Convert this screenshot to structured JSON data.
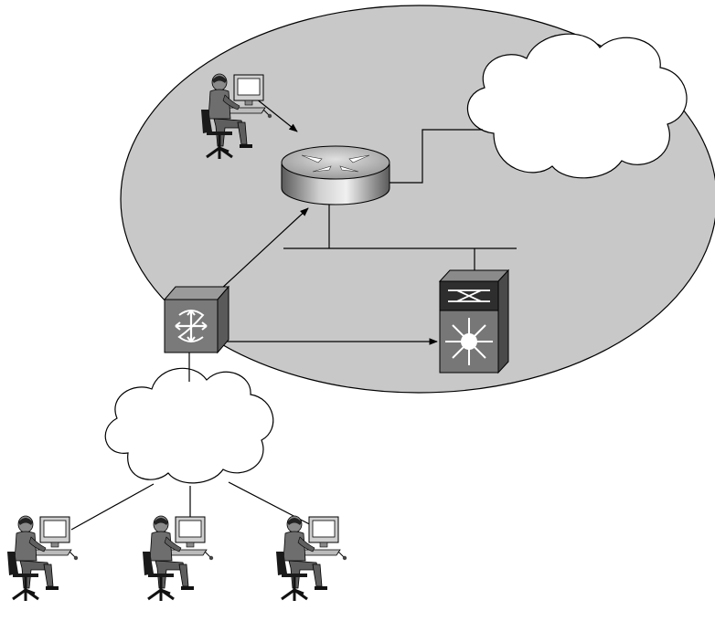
{
  "colors": {
    "background": "#ffffff",
    "network_zone": "#c8c8c8",
    "device_dark": "#555555",
    "device_mid": "#7a7a7a",
    "cloud_fill": "#ffffff",
    "line": "#000000"
  },
  "nodes": [
    {
      "id": "admin-user",
      "icon": "workstation-user-icon"
    },
    {
      "id": "router",
      "icon": "router-icon"
    },
    {
      "id": "internet-cloud",
      "icon": "cloud-icon"
    },
    {
      "id": "access-server",
      "icon": "access-server-icon"
    },
    {
      "id": "multilayer-switch",
      "icon": "multilayer-switch-icon"
    },
    {
      "id": "remote-cloud",
      "icon": "cloud-icon"
    },
    {
      "id": "remote-user-1",
      "icon": "workstation-user-icon"
    },
    {
      "id": "remote-user-2",
      "icon": "workstation-user-icon"
    },
    {
      "id": "remote-user-3",
      "icon": "workstation-user-icon"
    }
  ],
  "connections": [
    {
      "from": "admin-user",
      "to": "router",
      "directed": true
    },
    {
      "from": "router",
      "to": "internet-cloud",
      "directed": false
    },
    {
      "from": "router",
      "to": "lan-segment",
      "directed": false
    },
    {
      "from": "lan-segment",
      "to": "multilayer-switch",
      "directed": false
    },
    {
      "from": "access-server",
      "to": "router",
      "directed": true
    },
    {
      "from": "access-server",
      "to": "multilayer-switch",
      "directed": true
    },
    {
      "from": "access-server",
      "to": "remote-cloud",
      "directed": false
    },
    {
      "from": "remote-cloud",
      "to": "remote-user-1",
      "directed": false
    },
    {
      "from": "remote-cloud",
      "to": "remote-user-2",
      "directed": false
    },
    {
      "from": "remote-cloud",
      "to": "remote-user-3",
      "directed": false
    }
  ]
}
